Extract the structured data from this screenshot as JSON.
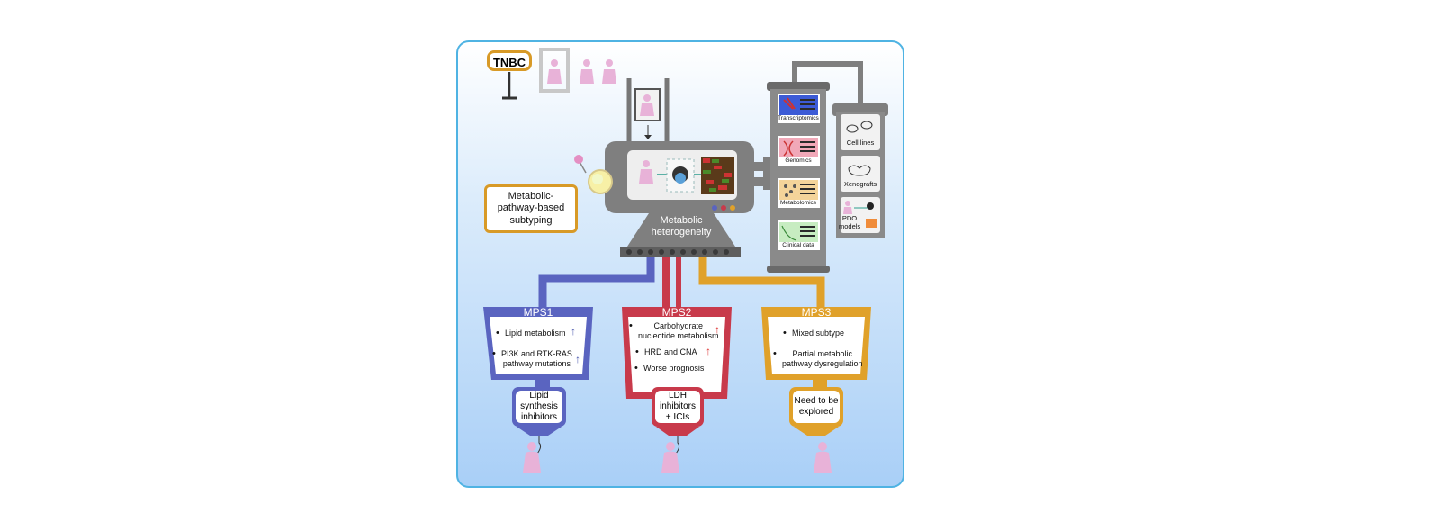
{
  "tnbc_label": "TNBC",
  "subtyping_label": "Metabolic-\npathway-based\nsubtyping",
  "machine_label": "Metabolic\nheterogeneity",
  "omics": [
    "Transcriptomics",
    "Genomics",
    "Metabolomics",
    "Clinical data"
  ],
  "models": [
    "Cell lines",
    "Xenografts",
    "PDO\nmodels"
  ],
  "mps1": {
    "title": "MPS1",
    "bullet1": "Lipid metabolism",
    "bullet2": "PI3K and RTK-RAS\npathway mutations",
    "drug": "Lipid\nsynthesis\ninhibitors",
    "color": "#4b58ad"
  },
  "mps2": {
    "title": "MPS2",
    "bullet1": "Carbohydrate\nnucleotide metabolism",
    "bullet2": "HRD and CNA",
    "bullet3": "Worse prognosis",
    "drug": "LDH\ninhibitors\n+ ICIs",
    "color": "#c83a4b"
  },
  "mps3": {
    "title": "MPS3",
    "bullet1": "Mixed subtype",
    "bullet2": "Partial metabolic\npathway dysregulation",
    "drug": "Need to be\nexplored",
    "color": "#e0a12a"
  },
  "arrow_symbol": "↑"
}
